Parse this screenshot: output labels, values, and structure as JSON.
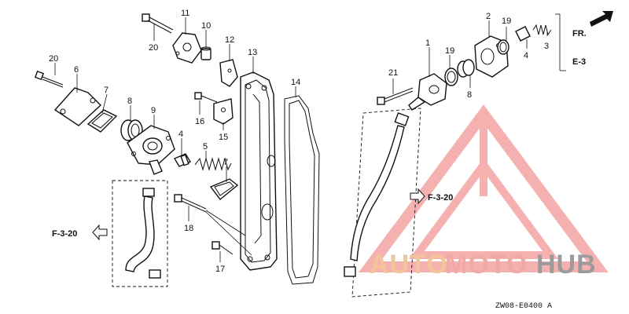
{
  "diagram": {
    "callouts": [
      "1",
      "2",
      "3",
      "4",
      "5",
      "6",
      "7",
      "8",
      "9",
      "10",
      "11",
      "12",
      "13",
      "14",
      "15",
      "16",
      "17",
      "18",
      "19",
      "20",
      "21"
    ],
    "refs": {
      "front_arrow": "FR.",
      "e3": "E-3",
      "f320_right": "F-3-20",
      "f320_left": "F-3-20"
    },
    "code": "ZW08-E0400 A"
  },
  "watermark": {
    "auto": "AUTO",
    "moto": "MOTO",
    "hub": "HUB",
    "colors": {
      "auto": "#f2c49a",
      "moto": "#f0a9a5",
      "hub": "#9b9b9b",
      "logo": "#e86a6a"
    }
  }
}
